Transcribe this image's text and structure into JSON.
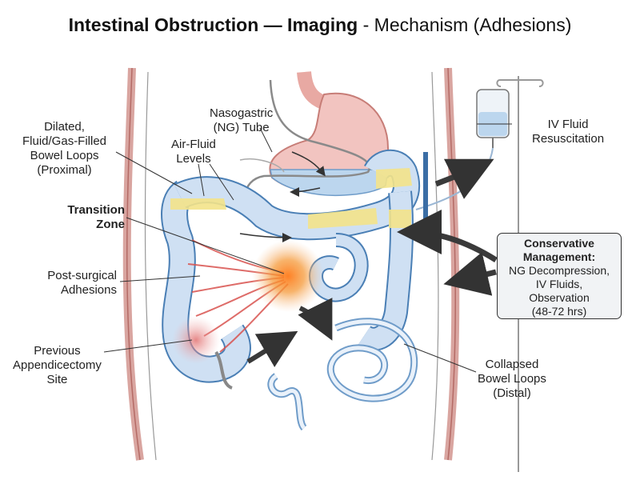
{
  "title": {
    "main": "Intestinal Obstruction — Imaging",
    "sub": " - Mechanism (Adhesions)"
  },
  "labels": {
    "ng_tube": [
      "Nasogastric",
      "(NG) Tube"
    ],
    "dilated": [
      "Dilated,",
      "Fluid/Gas-Filled",
      "Bowel Loops",
      "(Proximal)"
    ],
    "air_fluid": [
      "Air-Fluid",
      "Levels"
    ],
    "transition": [
      "Transition",
      "Zone"
    ],
    "adhesions": [
      "Post-surgical",
      "Adhesions"
    ],
    "appendicectomy": [
      "Previous",
      "Appendicectomy",
      "Site"
    ],
    "iv_fluid": [
      "IV Fluid",
      "Resuscitation"
    ],
    "collapsed": [
      "Collapsed",
      "Bowel Loops",
      "(Distal)"
    ]
  },
  "management": {
    "heading": [
      "Conservative",
      "Management:"
    ],
    "items": [
      "NG Decompression,",
      "IV Fluids,",
      "Observation",
      "(48-72 hrs)"
    ]
  },
  "colors": {
    "bowel_fill": "#cfe0f3",
    "bowel_edge": "#4a7fb5",
    "stomach": "#f2c4c0",
    "fluid": "#f3e38a",
    "adhesion": "#d9534f",
    "inflammation": "#f07a2a"
  }
}
